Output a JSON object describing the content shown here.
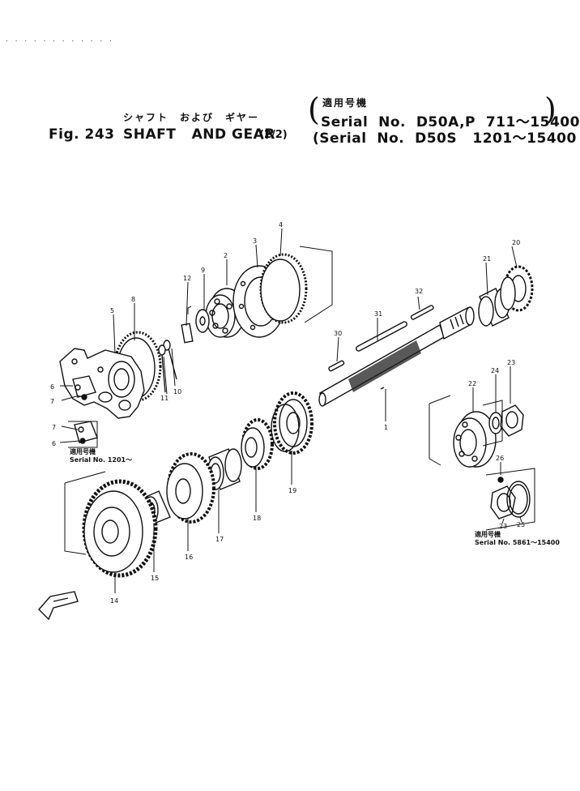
{
  "header": {
    "jp_title": "シャフト　および　ギヤー",
    "fig_label": "Fig. 243",
    "title": "SHAFT   AND GEAR",
    "part_fraction": "(2/2)",
    "applicable_jp": "適用号機",
    "serial_line_1": "Serial  No.  D50A,P  711～15400",
    "serial_line_2": "(Serial  No.  D50S   1201～15400"
  },
  "notes": {
    "note_left_jp": "適用号機",
    "note_left_serial": "Serial No. 1201～",
    "note_right_jp": "適用号機",
    "note_right_serial": "Serial No. 5861～15400"
  },
  "callouts": [
    "1",
    "2",
    "3",
    "4",
    "5",
    "6",
    "7",
    "8",
    "9",
    "10",
    "11",
    "12",
    "14",
    "15",
    "16",
    "17",
    "18",
    "19",
    "20",
    "21",
    "22",
    "23",
    "24",
    "25",
    "26",
    "30",
    "31",
    "32"
  ],
  "icons": {
    "front_arrow": "front-direction-arrow-icon"
  }
}
